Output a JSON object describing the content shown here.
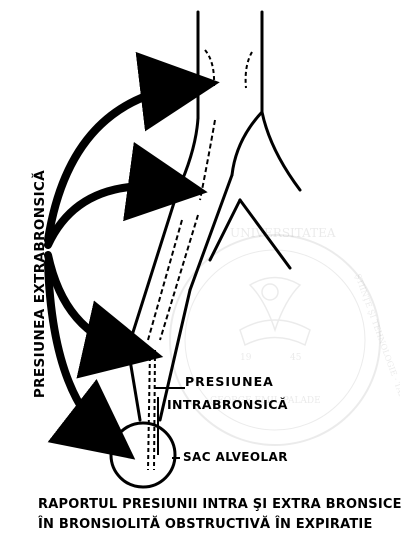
{
  "labels": {
    "pressure_outside": "PRESIUNEA EXTRABRONSICĂ",
    "pressure_inside_line1": "PRESIUNEA",
    "pressure_inside_line2": "INTRABRONSICĂ",
    "alveolar_sac": "SAC ALVEOLAR"
  },
  "caption": {
    "line1": "RAPORTUL PRESIUNII INTRA ŞI EXTRA BRONSICE",
    "line2": "ÎN BRONSIOLITĂ OBSTRUCTIVĂ ÎN EXPIRATIE"
  },
  "watermark": {
    "top_text": "UNIVERSITATEA",
    "ring_text_right": "ŞTIINŢE ŞI TEHNOLOGIE · TÂRGU MUREŞ",
    "ring_text_bottom": "GEORGE EMIL PALADE",
    "year_left": "19",
    "year_right": "45"
  },
  "colors": {
    "ink": "#000000",
    "background": "#ffffff",
    "watermark": "#9a9a9a"
  }
}
